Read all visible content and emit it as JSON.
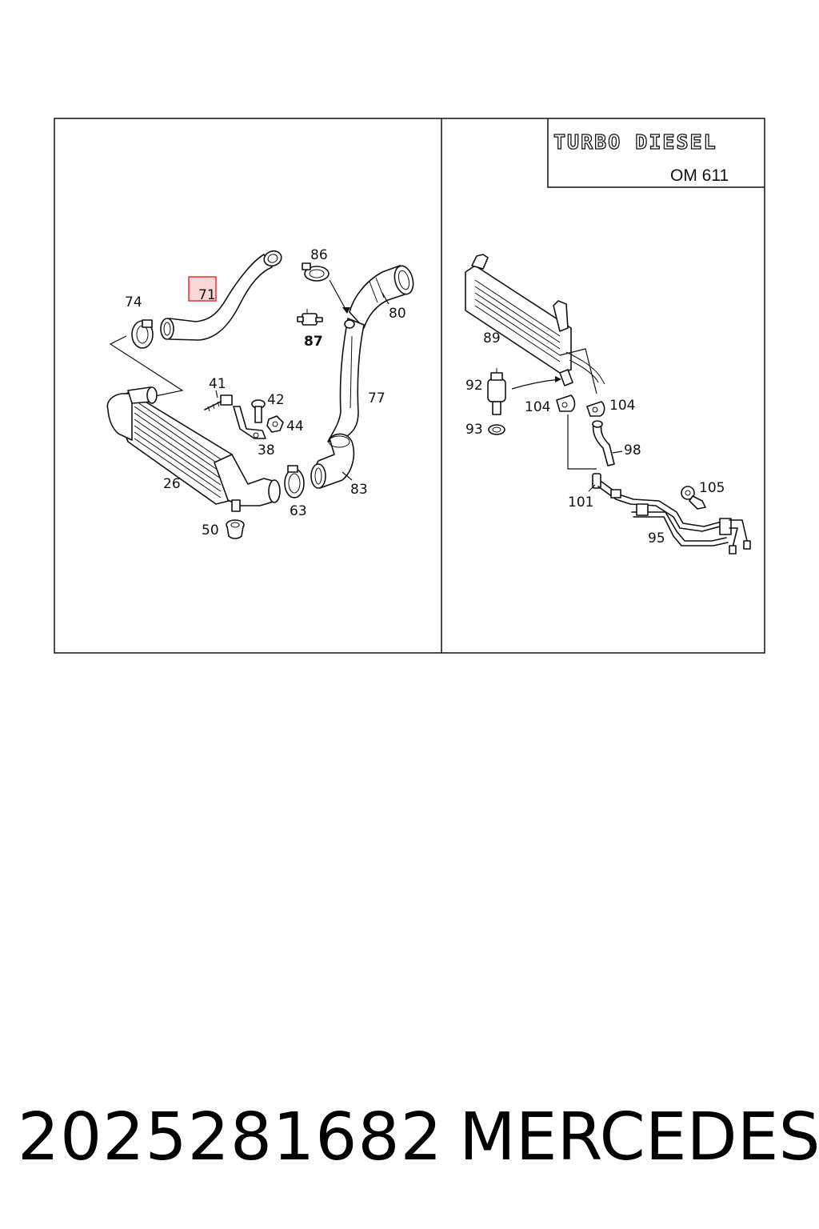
{
  "diagram": {
    "title_box": {
      "line1": "TURBO DIESEL",
      "line2": "OM 611"
    },
    "highlight_color": "#e04040",
    "labels": {
      "p71": "71",
      "p74": "74",
      "p86": "86",
      "p87": "87",
      "p80": "80",
      "p77": "77",
      "p41": "41",
      "p42": "42",
      "p44": "44",
      "p38": "38",
      "p26": "26",
      "p63": "63",
      "p83": "83",
      "p50": "50",
      "p89": "89",
      "p92": "92",
      "p104a": "104",
      "p104b": "104",
      "p93": "93",
      "p98": "98",
      "p101": "101",
      "p105": "105",
      "p95": "95"
    }
  },
  "footer": {
    "part_number": "2025281682",
    "brand": "MERCEDES"
  }
}
